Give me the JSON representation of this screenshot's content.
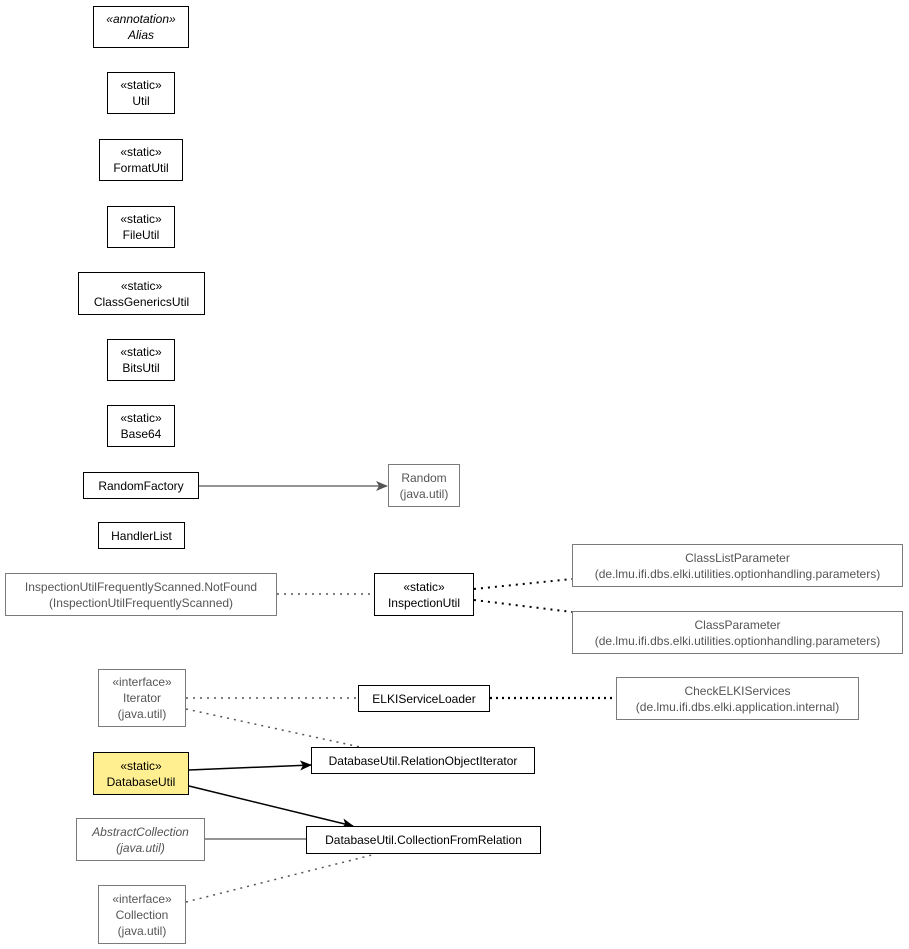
{
  "classes": {
    "alias": {
      "stereotype": "«annotation»",
      "name": "Alias"
    },
    "util": {
      "stereotype": "«static»",
      "name": "Util"
    },
    "format_util": {
      "stereotype": "«static»",
      "name": "FormatUtil"
    },
    "file_util": {
      "stereotype": "«static»",
      "name": "FileUtil"
    },
    "class_generics_util": {
      "stereotype": "«static»",
      "name": "ClassGenericsUtil"
    },
    "bits_util": {
      "stereotype": "«static»",
      "name": "BitsUtil"
    },
    "base64": {
      "stereotype": "«static»",
      "name": "Base64"
    },
    "random_factory": {
      "name": "RandomFactory"
    },
    "random": {
      "name": "Random",
      "package": "(java.util)"
    },
    "handler_list": {
      "name": "HandlerList"
    },
    "not_found": {
      "name": "InspectionUtilFrequentlyScanned.NotFound",
      "package": "(InspectionUtilFrequentlyScanned)"
    },
    "inspection_util": {
      "stereotype": "«static»",
      "name": "InspectionUtil"
    },
    "class_list_parameter": {
      "name": "ClassListParameter",
      "package": "(de.lmu.ifi.dbs.elki.utilities.optionhandling.parameters)"
    },
    "class_parameter": {
      "name": "ClassParameter",
      "package": "(de.lmu.ifi.dbs.elki.utilities.optionhandling.parameters)"
    },
    "iterator": {
      "stereotype": "«interface»",
      "name": "Iterator",
      "package": "(java.util)"
    },
    "elki_service_loader": {
      "name": "ELKIServiceLoader"
    },
    "check_elki_services": {
      "name": "CheckELKIServices",
      "package": "(de.lmu.ifi.dbs.elki.application.internal)"
    },
    "database_util": {
      "stereotype": "«static»",
      "name": "DatabaseUtil"
    },
    "relation_object_iterator": {
      "name": "DatabaseUtil.RelationObjectIterator"
    },
    "abstract_collection": {
      "name": "AbstractCollection",
      "package": "(java.util)"
    },
    "collection_from_relation": {
      "name": "DatabaseUtil.CollectionFromRelation"
    },
    "collection": {
      "stereotype": "«interface»",
      "name": "Collection",
      "package": "(java.util)"
    }
  },
  "relations": [
    {
      "from": "RandomFactory",
      "to": "Random",
      "kind": "association"
    },
    {
      "from": "InspectionUtilFrequentlyScanned.NotFound",
      "to": "InspectionUtil",
      "kind": "dependency"
    },
    {
      "from": "InspectionUtil",
      "to": "ClassListParameter",
      "kind": "dependency"
    },
    {
      "from": "InspectionUtil",
      "to": "ClassParameter",
      "kind": "dependency"
    },
    {
      "from": "Iterator",
      "to": "ELKIServiceLoader",
      "kind": "realization"
    },
    {
      "from": "ELKIServiceLoader",
      "to": "CheckELKIServices",
      "kind": "dependency"
    },
    {
      "from": "Iterator",
      "to": "DatabaseUtil.RelationObjectIterator",
      "kind": "realization"
    },
    {
      "from": "DatabaseUtil",
      "to": "DatabaseUtil.RelationObjectIterator",
      "kind": "association"
    },
    {
      "from": "DatabaseUtil",
      "to": "DatabaseUtil.CollectionFromRelation",
      "kind": "association"
    },
    {
      "from": "AbstractCollection",
      "to": "DatabaseUtil.CollectionFromRelation",
      "kind": "generalization"
    },
    {
      "from": "Collection",
      "to": "DatabaseUtil.CollectionFromRelation",
      "kind": "realization"
    }
  ],
  "colors": {
    "highlight": "#ffef90",
    "external_border": "#7a7a7a",
    "external_text": "#555555"
  }
}
